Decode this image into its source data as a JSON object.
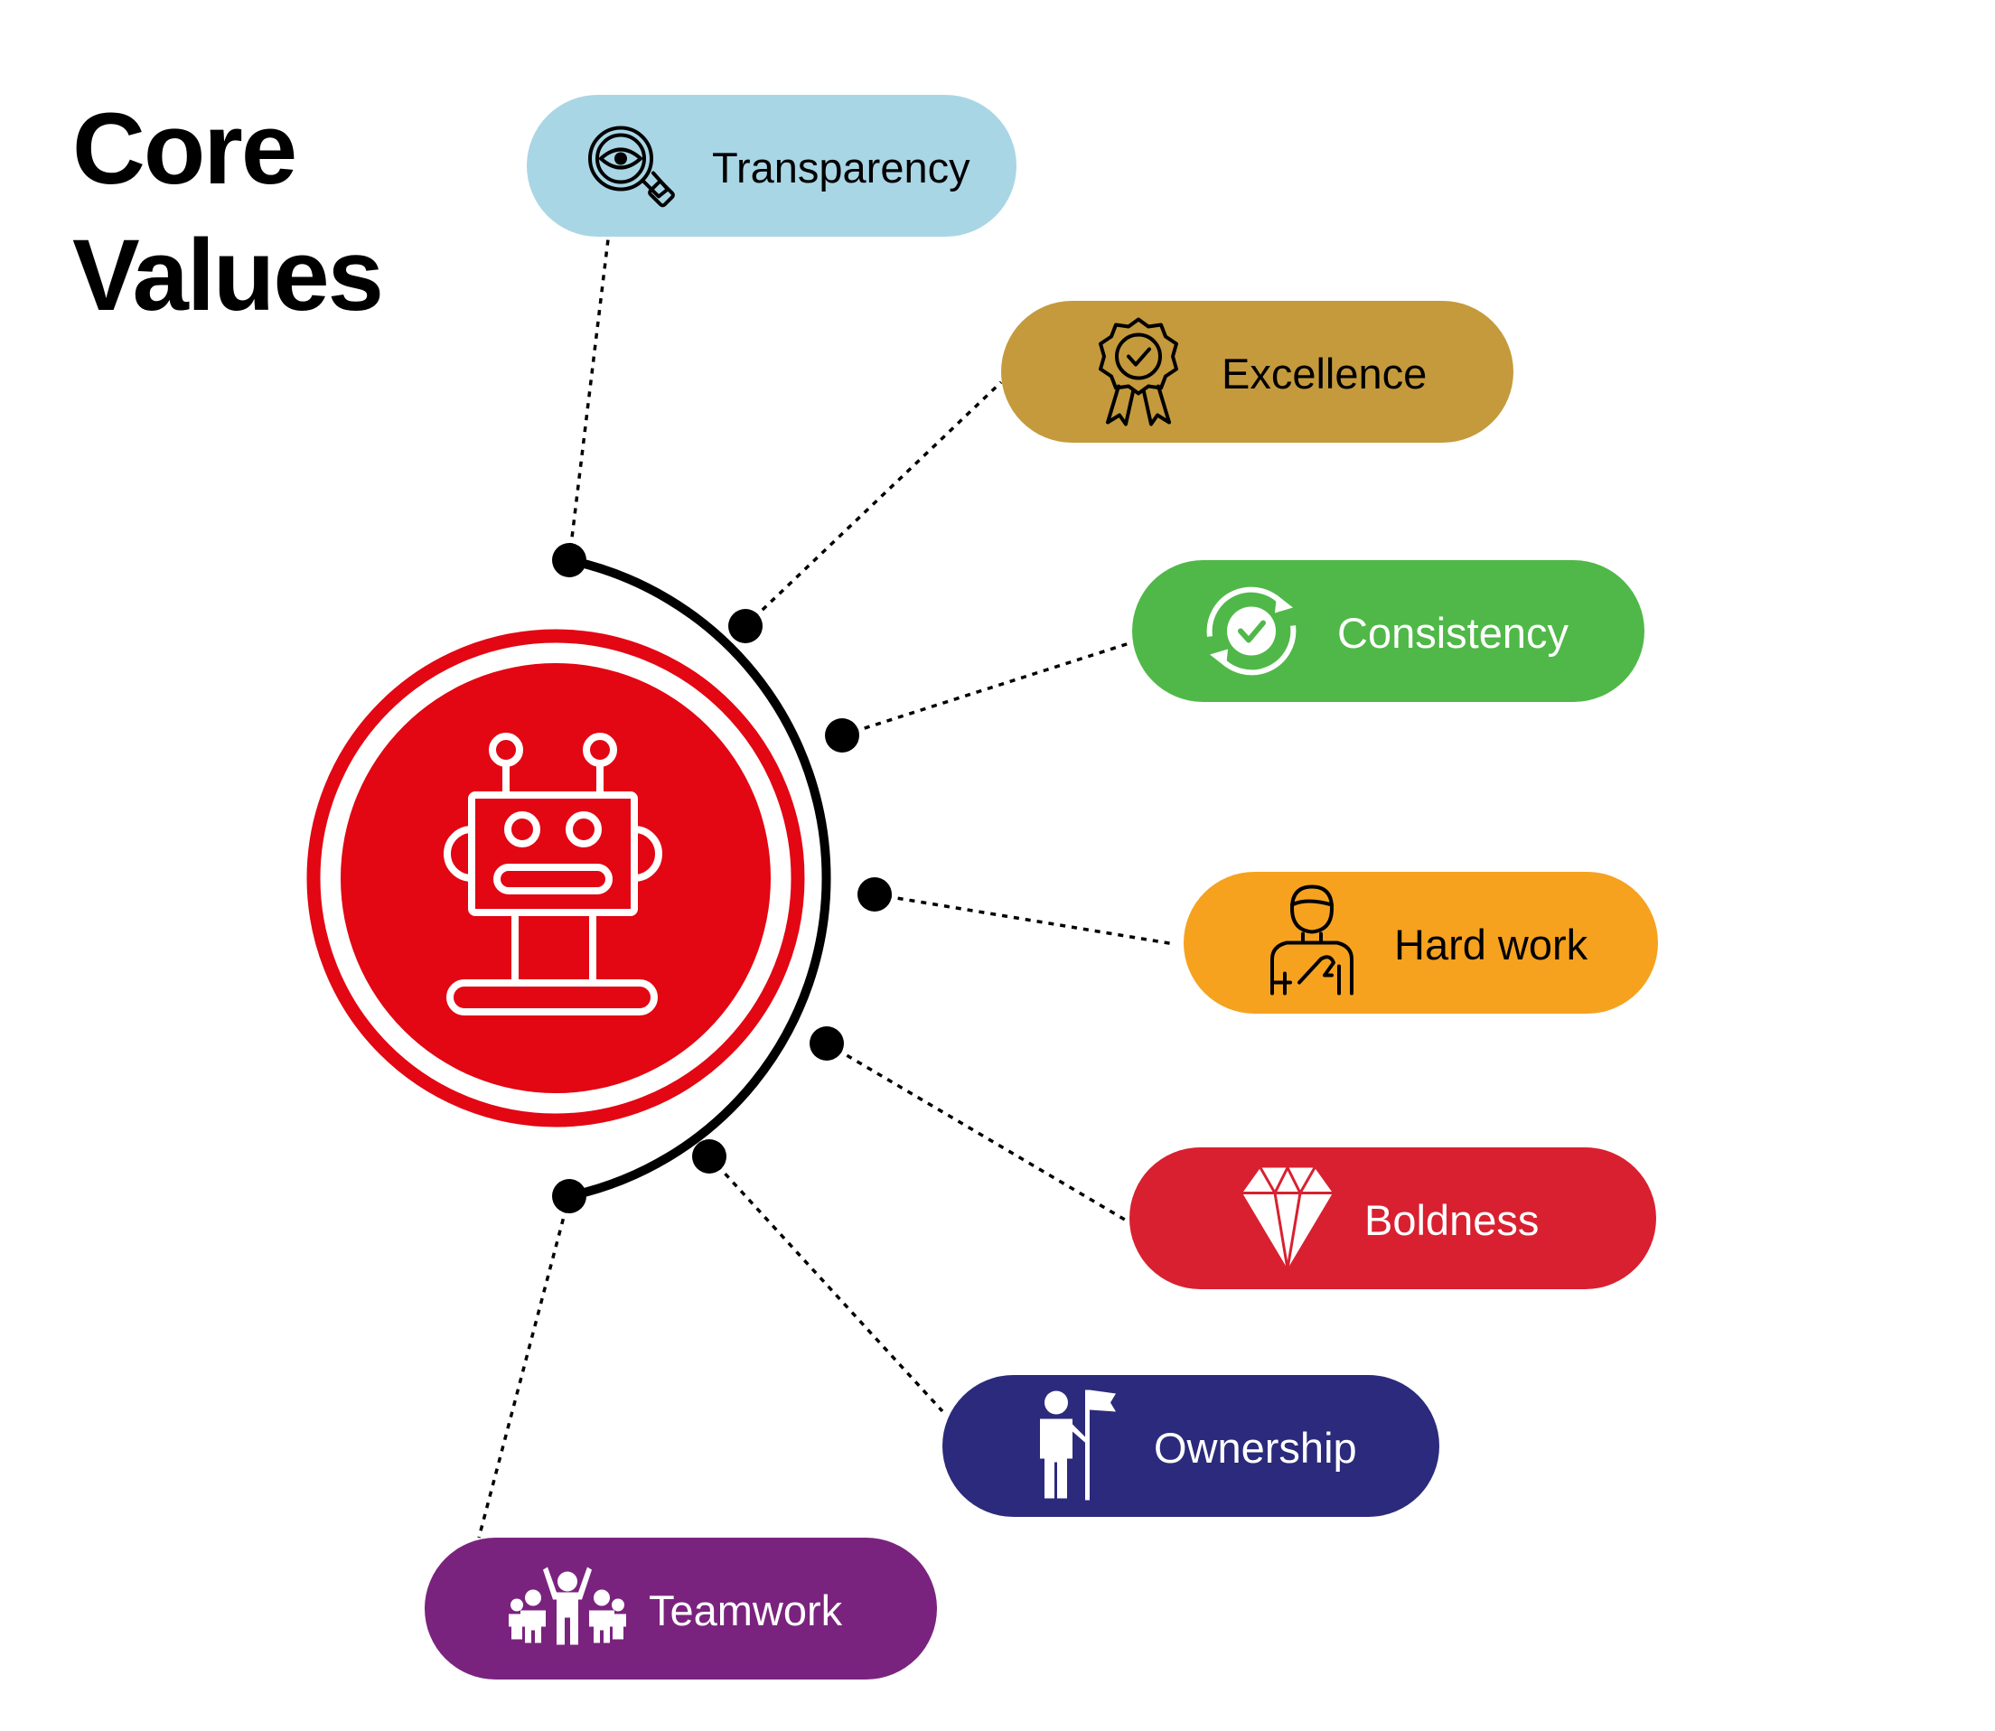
{
  "title": {
    "line1": "Core",
    "line2": "Values"
  },
  "center": {
    "icon": "robot-icon",
    "ring_color": "#e30613",
    "fill_color": "#e30613",
    "icon_color": "#ffffff"
  },
  "arc_color": "#000000",
  "values": [
    {
      "label": "Transparency",
      "icon": "eye-magnifier-icon",
      "bg": "#a9d6e5",
      "text_color": "#000000",
      "icon_color": "#000000"
    },
    {
      "label": "Excellence",
      "icon": "award-badge-icon",
      "bg": "#c49a3c",
      "text_color": "#000000",
      "icon_color": "#000000"
    },
    {
      "label": "Consistency",
      "icon": "refresh-check-icon",
      "bg": "#50b848",
      "text_color": "#ffffff",
      "icon_color": "#ffffff"
    },
    {
      "label": "Hard work",
      "icon": "person-hand-on-heart-icon",
      "bg": "#f6a21f",
      "text_color": "#000000",
      "icon_color": "#000000"
    },
    {
      "label": "Boldness",
      "icon": "diamond-icon",
      "bg": "#d92030",
      "text_color": "#ffffff",
      "icon_color": "#ffffff"
    },
    {
      "label": "Ownership",
      "icon": "person-flag-icon",
      "bg": "#2b2a7c",
      "text_color": "#ffffff",
      "icon_color": "#ffffff"
    },
    {
      "label": "Teamwork",
      "icon": "team-people-icon",
      "bg": "#7a237e",
      "text_color": "#ffffff",
      "icon_color": "#ffffff"
    }
  ]
}
